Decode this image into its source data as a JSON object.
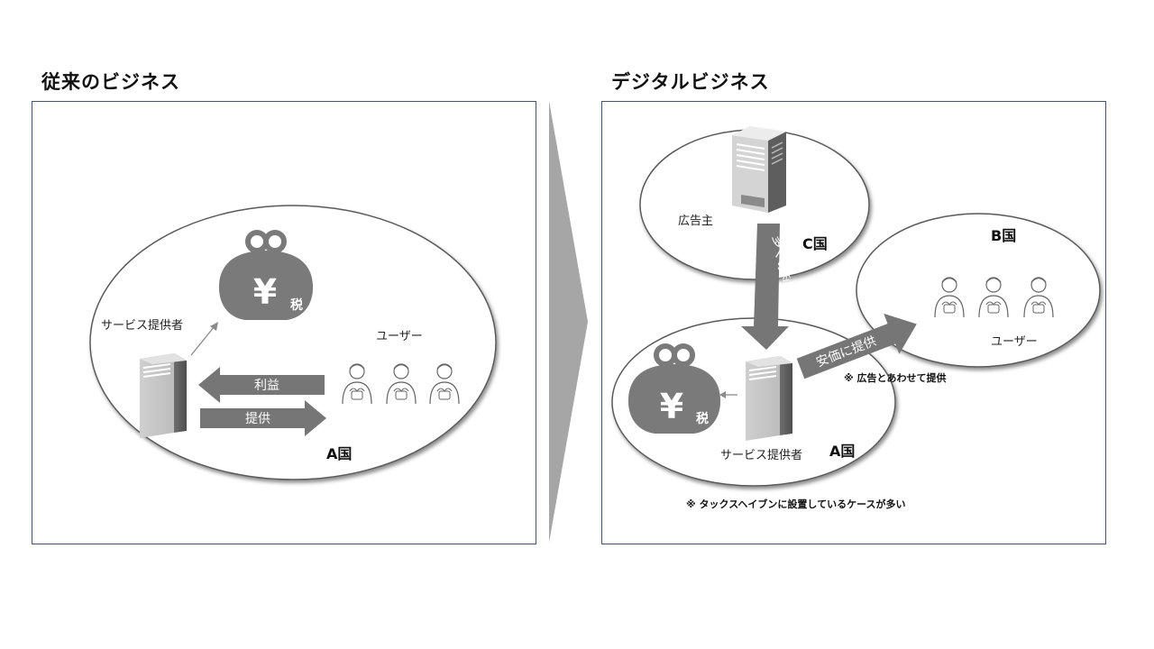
{
  "left": {
    "title": "従来のビジネス",
    "provider_label": "サービス提供者",
    "users_label": "ユーザー",
    "profit_label": "利益",
    "provide_label": "提供",
    "country": "A国",
    "yen_symbol": "¥",
    "tax_label": "税"
  },
  "right": {
    "title": "デジタルビジネス",
    "advertiser_label": "広告主",
    "country_c": "C国",
    "country_b": "B国",
    "country_a": "A国",
    "profit_arrow_label": "多くの利益",
    "cheap_arrow_label": "安価に提供",
    "ad_note": "※ 広告とあわせて提供",
    "users_label": "ユーザー",
    "provider_label": "サービス提供者",
    "yen_symbol": "¥",
    "tax_label": "税",
    "haven_note": "※ タックスヘイブンに設置しているケースが多い"
  },
  "colors": {
    "panel_border": "#41566b",
    "arrow_fill": "#767676",
    "chevron_fill": "#a6a6a6",
    "purse_fill": "#7a7a7a"
  },
  "icons": [
    "server-icon",
    "purse-icon",
    "user-icon",
    "building-icon",
    "chevron-right-icon"
  ]
}
